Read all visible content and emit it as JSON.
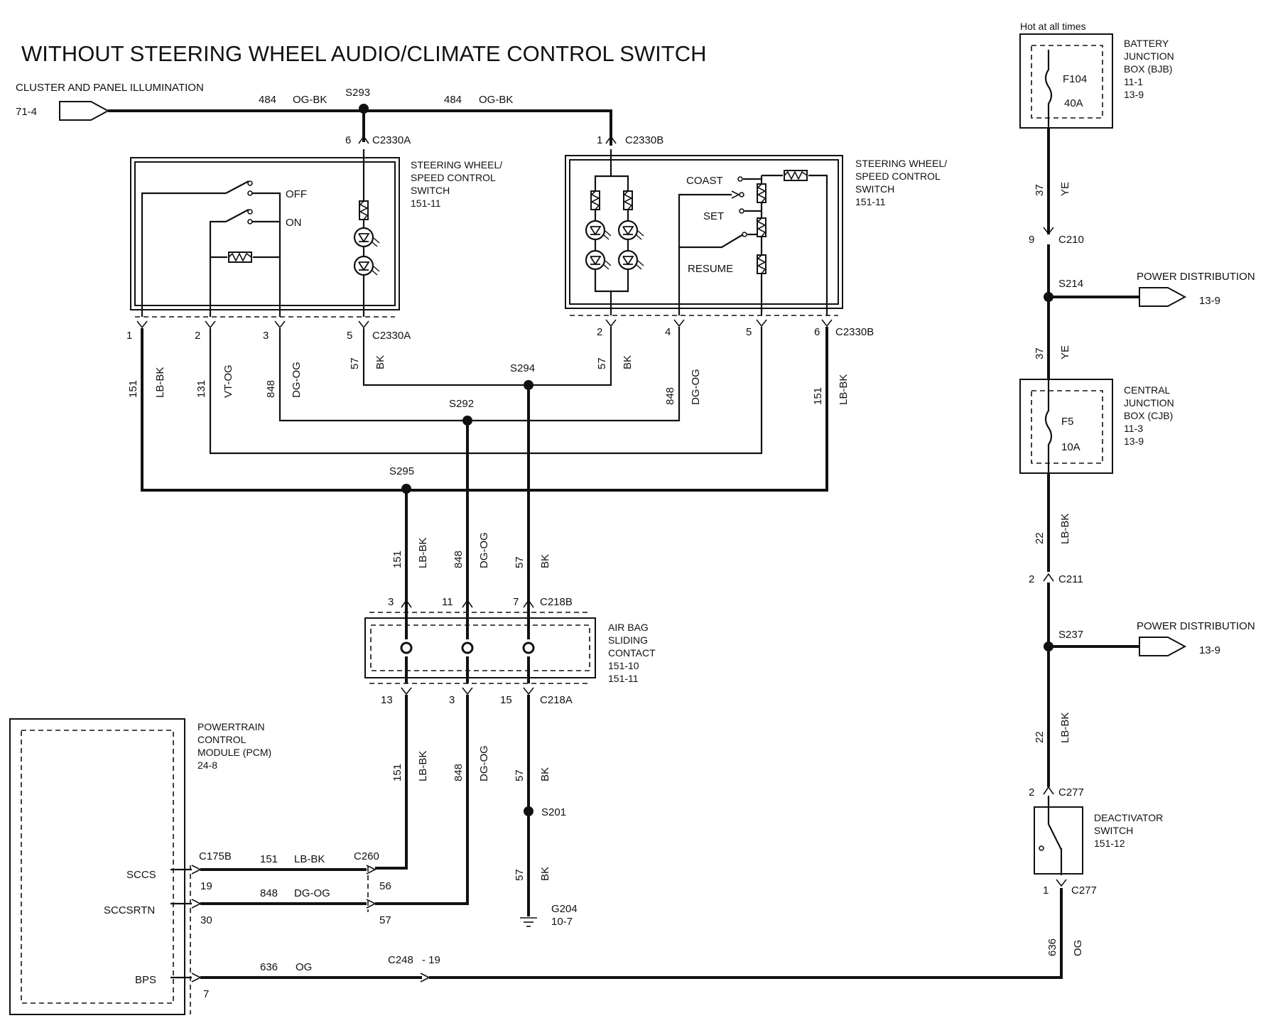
{
  "title": "WITHOUT STEERING WHEEL AUDIO/CLIMATE CONTROL SWITCH",
  "cluster": {
    "label": "CLUSTER AND PANEL ILLUMINATION",
    "ref": "71-4"
  },
  "hot_label": "Hot at all times",
  "bjb": {
    "l1": "BATTERY",
    "l2": "JUNCTION",
    "l3": "BOX (BJB)",
    "l4": "11-1",
    "l5": "13-9",
    "fuse": "F104",
    "amp": "40A"
  },
  "cjb": {
    "l1": "CENTRAL",
    "l2": "JUNCTION",
    "l3": "BOX (CJB)",
    "l4": "11-3",
    "l5": "13-9",
    "fuse": "F5",
    "amp": "10A"
  },
  "sw_left": {
    "l1": "STEERING WHEEL/",
    "l2": "SPEED CONTROL",
    "l3": "SWITCH",
    "l4": "151-11",
    "off": "OFF",
    "on": "ON"
  },
  "sw_right": {
    "l1": "STEERING WHEEL/",
    "l2": "SPEED CONTROL",
    "l3": "SWITCH",
    "l4": "151-11",
    "coast": "COAST",
    "set": "SET",
    "resume": "RESUME"
  },
  "airbag": {
    "l1": "AIR BAG",
    "l2": "SLIDING",
    "l3": "CONTACT",
    "l4": "151-10",
    "l5": "151-11"
  },
  "pcm": {
    "l1": "POWERTRAIN",
    "l2": "CONTROL",
    "l3": "MODULE (PCM)",
    "l4": "24-8",
    "p1": "SCCS",
    "p2": "SCCSRTN",
    "p3": "BPS"
  },
  "deact": {
    "l1": "DEACTIVATOR",
    "l2": "SWITCH",
    "l3": "151-12"
  },
  "power_dist": {
    "label": "POWER DISTRIBUTION",
    "ref": "13-9"
  },
  "ground": {
    "name": "G204",
    "ref": "10-7"
  },
  "splices": {
    "s293": "S293",
    "s294": "S294",
    "s292": "S292",
    "s295": "S295",
    "s201": "S201",
    "s214": "S214",
    "s237": "S237"
  },
  "connectors": {
    "c2330a": "C2330A",
    "c2330b": "C2330B",
    "c218a": "C218A",
    "c218b": "C218B",
    "c175b": "C175B",
    "c260": "C260",
    "c248": "C248",
    "c210": "C210",
    "c211": "C211",
    "c277": "C277"
  },
  "pins": {
    "p1": "1",
    "p2": "2",
    "p3": "3",
    "p4": "4",
    "p5": "5",
    "p6": "6",
    "p7": "7",
    "p9": "9",
    "p11": "11",
    "p13": "13",
    "p15": "15",
    "p19": "19",
    "p30": "30",
    "p56": "56",
    "p57": "57",
    "c248pin": "- 19"
  },
  "circuits": {
    "c484": "484",
    "c57": "57",
    "c151": "151",
    "c131": "131",
    "c848": "848",
    "c636": "636",
    "c37": "37",
    "c22": "22"
  },
  "colors": {
    "og_bk": "OG-BK",
    "bk": "BK",
    "lb_bk": "LB-BK",
    "vt_og": "VT-OG",
    "dg_og": "DG-OG",
    "og": "OG",
    "ye": "YE"
  }
}
